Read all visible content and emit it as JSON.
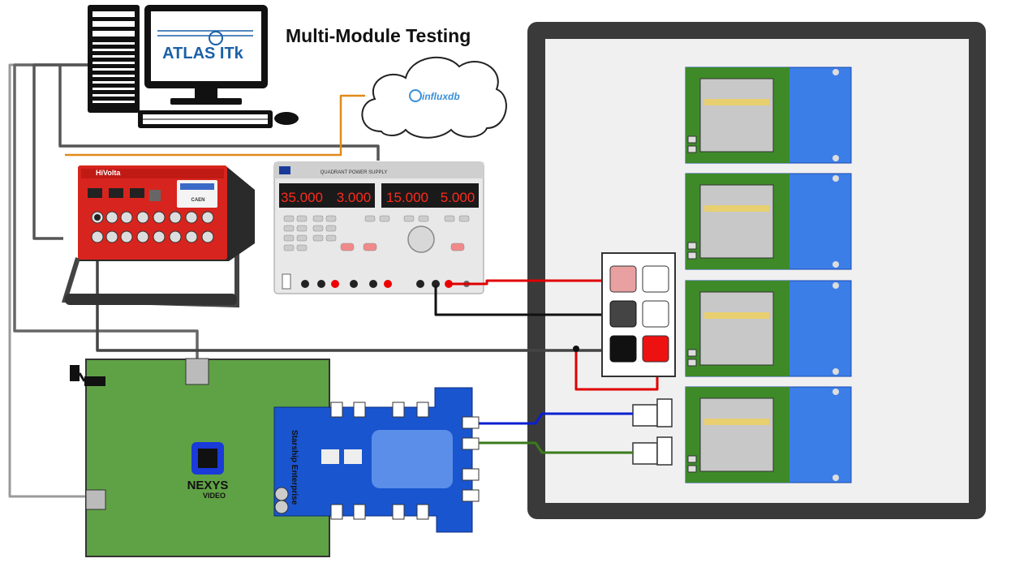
{
  "title": "Multi-Module Testing",
  "monitor_logo": "ATLAS ITk",
  "cloud_label": "influxdb",
  "hv_supply": {
    "brand": "HiVolta",
    "subtitle": "CAEN"
  },
  "lv_supply": {
    "header": "QUADRANT POWER SUPPLY",
    "ch1_volts": "35.000",
    "ch1_amps": "3.000",
    "ch2_volts": "15.000",
    "ch2_amps": "5.000"
  },
  "fpga_board": {
    "name": "NEXYS",
    "sub": "VIDEO"
  },
  "adapter_board": {
    "label": "Starship Enterprise"
  },
  "module_count": 4,
  "colors": {
    "lv_cable": "#e00000",
    "ground_cable": "#111111",
    "data_cable_1": "#0a1fd0",
    "data_cable_2": "#3a7a1a",
    "network_cable": "#e08a1a",
    "usb_cable": "#555555",
    "hv_red": "#d8241e",
    "module_blue": "#3c7ee8",
    "module_green": "#3e8a28",
    "fpga_green": "#5fa245",
    "adapter_blue": "#1a55d0",
    "coldbox_frame": "#3a3a3a"
  }
}
